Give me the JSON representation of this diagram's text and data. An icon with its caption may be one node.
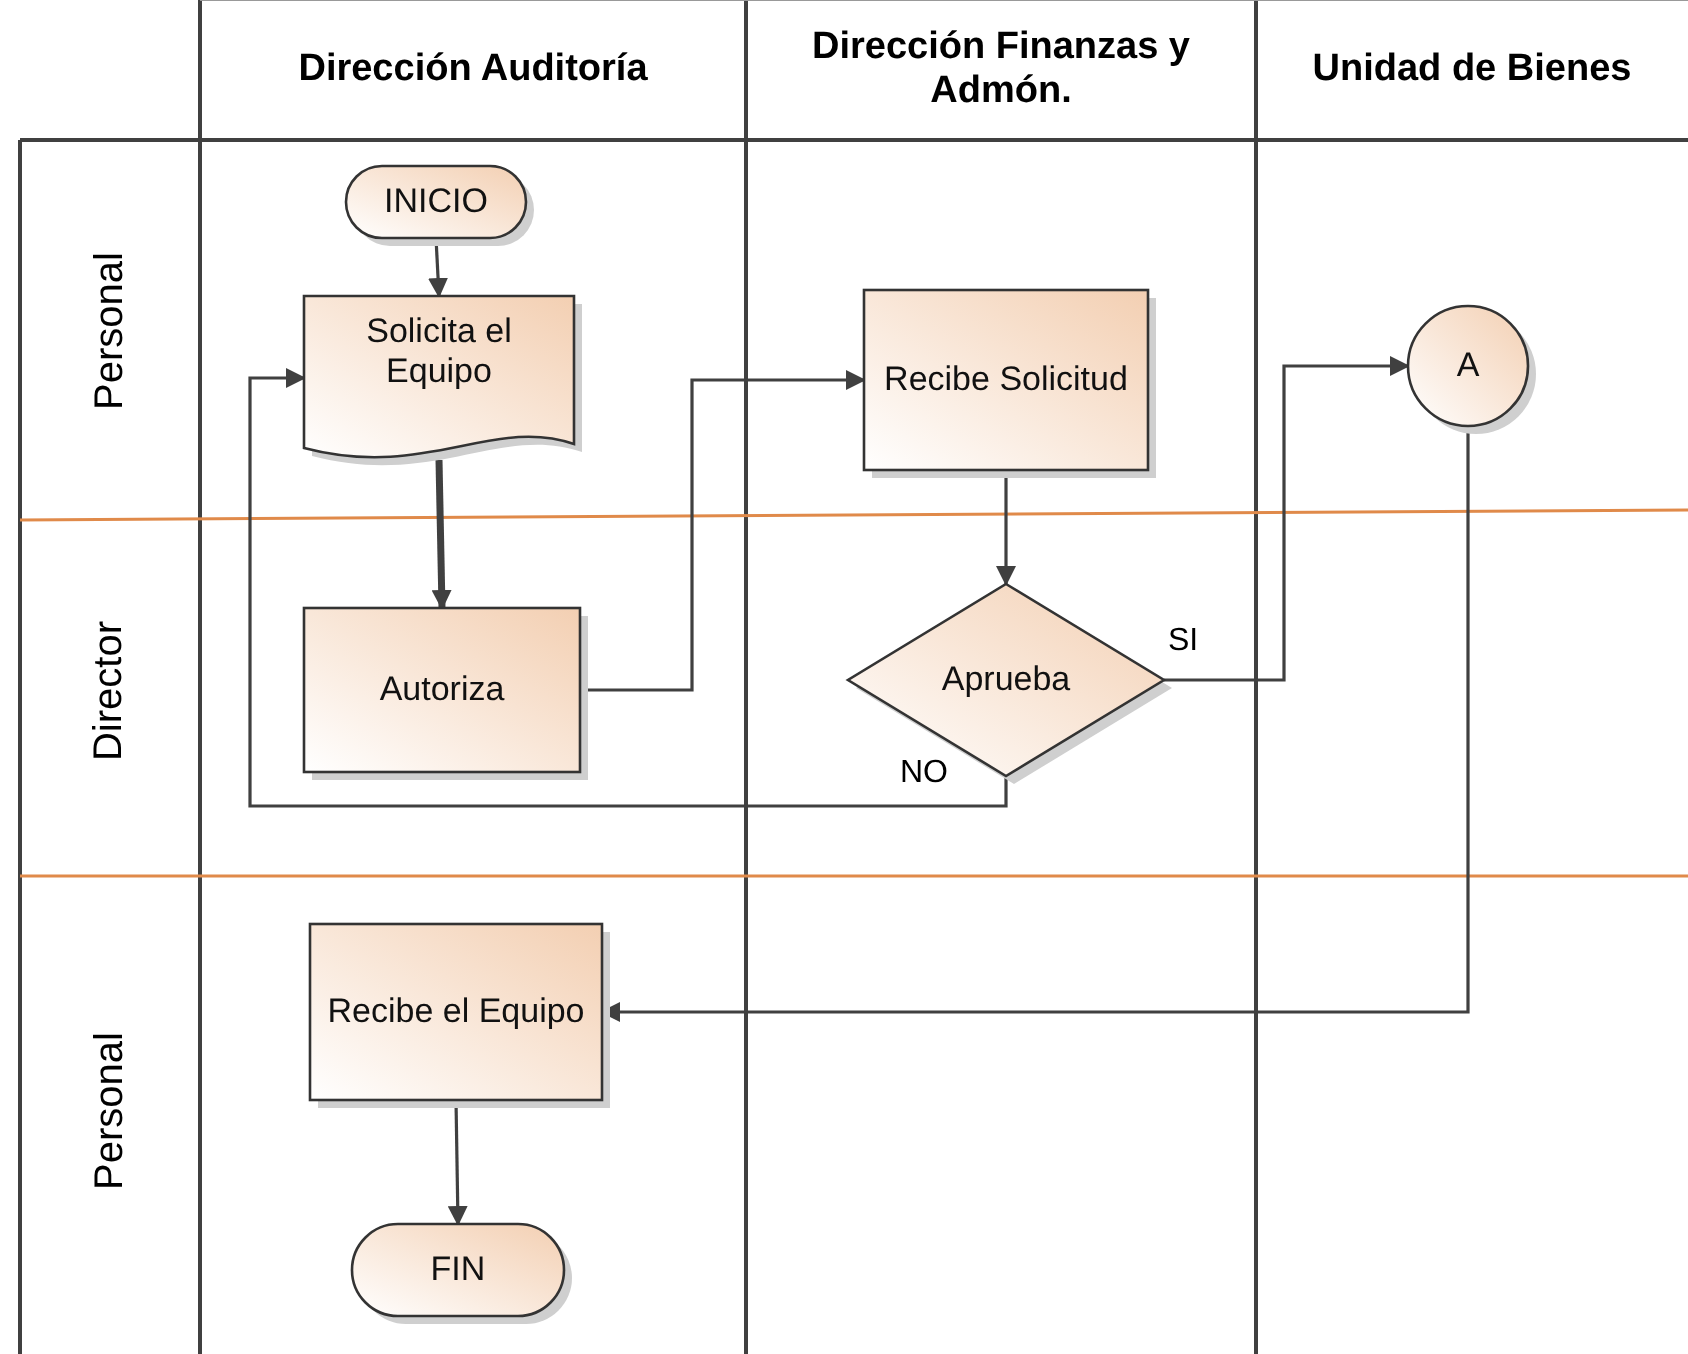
{
  "diagram": {
    "nodes": [
      {
        "text": [
          "INICIO"
        ]
      },
      {
        "text": [
          "Solicita el Equipo"
        ]
      },
      {
        "text": [
          "Recibe Solicitud"
        ]
      },
      {
        "text": [
          "A"
        ]
      },
      {
        "text": [
          "Autoriza"
        ]
      },
      {
        "text": [
          "Aprueba"
        ]
      },
      {
        "text": [
          "Recibe el Equipo"
        ]
      },
      {
        "text": [
          "FIN"
        ]
      }
    ],
    "edges": [
      {
        "from": 0,
        "to": 1,
        "arrow": "to"
      },
      {
        "from": 1,
        "to": 4,
        "arrow": "to",
        "style": "thick"
      },
      {
        "from": 4,
        "to": 2,
        "arrow": "to"
      },
      {
        "from": 2,
        "to": 5,
        "arrow": "to"
      },
      {
        "from": 5,
        "to": 3,
        "arrow": "to",
        "label": "SI"
      },
      {
        "from": 5,
        "to": 1,
        "arrow": "to",
        "label": "NO"
      },
      {
        "from": 3,
        "to": 6,
        "arrow": "to"
      },
      {
        "from": 6,
        "to": 7,
        "arrow": "to"
      }
    ],
    "labels": [
      "Dirección Auditoría",
      "Dirección Finanzas y Admón.",
      "Unidad de Bienes",
      "Personal",
      "Director",
      "Personal"
    ]
  }
}
